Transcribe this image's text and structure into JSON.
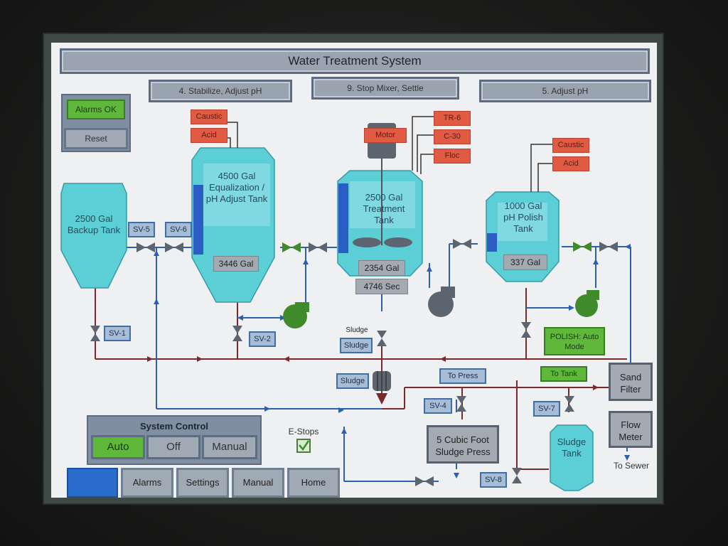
{
  "title": "Water Treatment System",
  "steps": [
    "4. Stabilize, Adjust pH",
    "9. Stop Mixer, Settle",
    "5. Adjust pH"
  ],
  "alarm_status": "Alarms OK",
  "reset_label": "Reset",
  "tanks": {
    "backup": {
      "label": "2500 Gal Backup Tank"
    },
    "equalization": {
      "label": "4500 Gal Equalization / pH Adjust Tank",
      "level": "3446 Gal",
      "chemicals": [
        "Caustic",
        "Acid"
      ]
    },
    "treatment": {
      "label": "2500 Gal Treatment Tank",
      "level": "2354 Gal",
      "timer": "4746 Sec",
      "motor": "Motor",
      "chemicals": [
        "TR-6",
        "C-30",
        "Floc"
      ]
    },
    "polish": {
      "label": "1000 Gal pH Polish Tank",
      "level": "337 Gal",
      "chemicals": [
        "Caustic",
        "Acid"
      ]
    },
    "sludge": {
      "label": "Sludge Tank"
    }
  },
  "valves": {
    "sv1": "SV-1",
    "sv2": "SV-2",
    "sv4": "SV-4",
    "sv5": "SV-5",
    "sv6": "SV-6",
    "sv7": "SV-7",
    "sv8": "SV-8"
  },
  "sludge_text": "Sludge",
  "sludge_buttons": [
    "Sludge",
    "Sludge"
  ],
  "to_press": "To Press",
  "to_tank": "To Tank",
  "polish_mode": "POLISH: Auto Mode",
  "sludge_press": "5 Cubic Foot Sludge Press",
  "sand_filter": "Sand Filter",
  "flow_meter": "Flow Meter",
  "to_sewer": "To Sewer",
  "system_control": {
    "title": "System Control",
    "buttons": [
      "Auto",
      "Off",
      "Manual"
    ],
    "active": "Auto"
  },
  "estops": {
    "label": "E-Stops",
    "checked": true
  },
  "nav": [
    "Alarms",
    "Settings",
    "Manual",
    "Home"
  ],
  "colors": {
    "tank": "#5ccfd6",
    "tank_fill_inner": "#7fd8e2",
    "pipe_red": "#7a2a2a",
    "pipe_blue": "#2d5fb0",
    "pump_green": "#3f8a2a",
    "pump_grey": "#5c6470",
    "chem_red": "#e05a44",
    "alarm_green": "#5fb83a",
    "level_bar": "#2a5ec4"
  }
}
